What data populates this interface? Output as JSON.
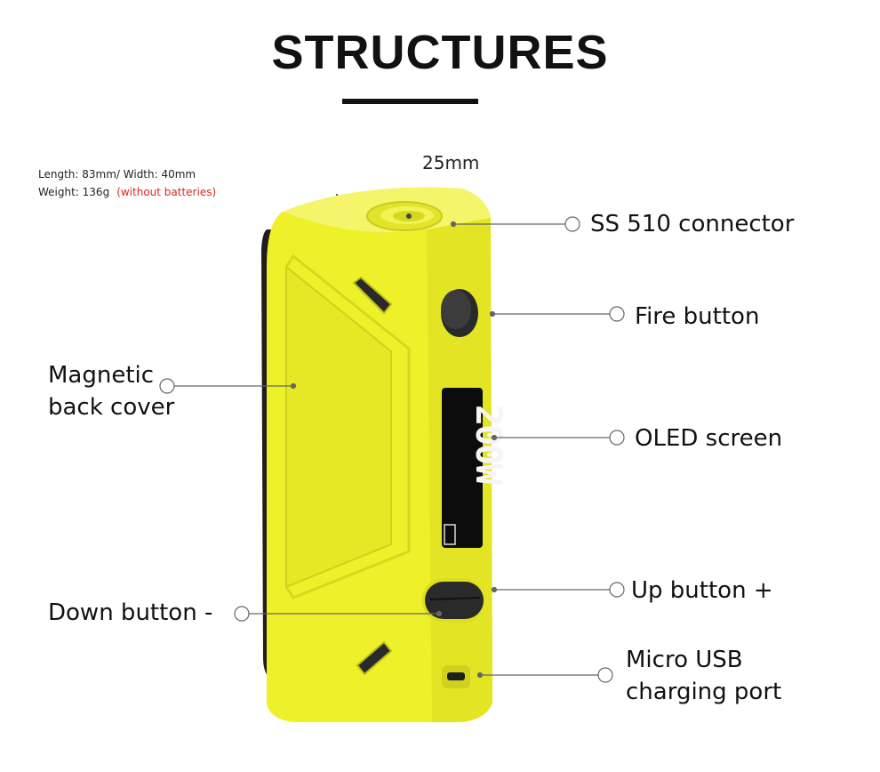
{
  "title": "STRUCTURES",
  "specs": {
    "line1": "Length: 83mm/ Width: 40mm",
    "line2": "Weight: 136g",
    "note": "(without batteries)"
  },
  "dimension": "25mm",
  "screen_text": "200W",
  "labels": {
    "connector": "SS 510 connector",
    "fire": "Fire button",
    "oled": "OLED screen",
    "up": "Up button +",
    "usb_line1": "Micro USB",
    "usb_line2": "charging port",
    "back_line1": "Magnetic",
    "back_line2": "back cover",
    "down": "Down button -"
  },
  "colors": {
    "body": "#eef02a",
    "body_shade": "#d4d620",
    "accent_note": "#e0261e",
    "dark": "#1e1e1e"
  }
}
